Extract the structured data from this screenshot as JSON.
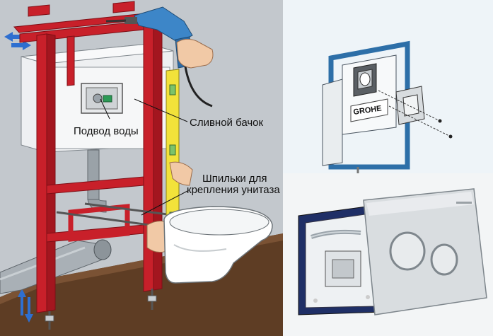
{
  "labels": {
    "water_inlet": "Подвод воды",
    "flush_tank": "Сливной бачок",
    "studs_line1": "Шпильки для",
    "studs_line2": "крепления унитаза"
  },
  "logos": {
    "frame_brand": "GROHE"
  },
  "colors": {
    "frame_red": "#c8202a",
    "wall_grey": "#b9bec4",
    "floor_brown": "#5a3a22",
    "level_yellow": "#f2e23a",
    "frame_blue": "#2d6fa8",
    "drill_blue": "#3d86c8",
    "plate_silver": "#d9dde0"
  },
  "icons": [
    "arrows-horizontal-icon",
    "arrows-vertical-icon",
    "drill-icon",
    "hand-icon",
    "spirit-level-icon",
    "toilet-bowl-icon",
    "flush-plate-icon"
  ]
}
